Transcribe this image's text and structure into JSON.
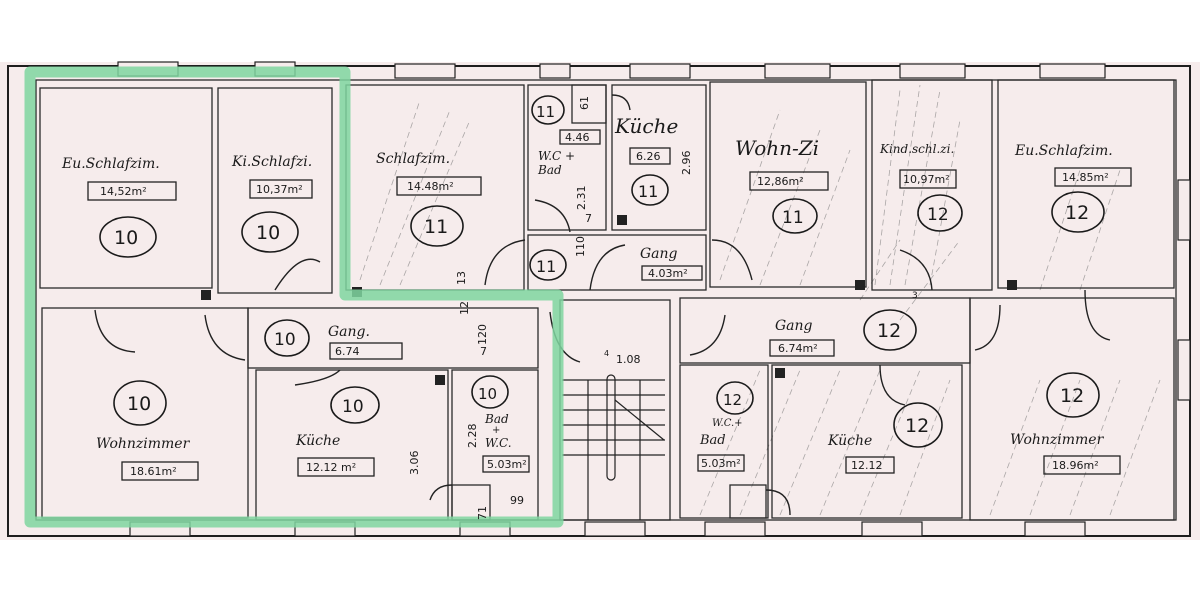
{
  "plan": {
    "type": "floor-plan",
    "highlight_color": "#7fd6a0",
    "paper_color": "#f6ecec",
    "highlighted_unit": "10"
  },
  "units": [
    {
      "id": "10",
      "rooms": [
        {
          "name": "Eu.Schlafzim.",
          "area": "14,52 m²",
          "unit": "10"
        },
        {
          "name": "Ki.Schlafzi.",
          "area": "10,37 m²",
          "unit": "10"
        },
        {
          "name": "Gang.",
          "area": "6.74",
          "unit": "10"
        },
        {
          "name": "Wohnzimmer",
          "area": "18.61 m²",
          "unit": "10"
        },
        {
          "name": "Küche",
          "area": "12.12 m²",
          "unit": "10"
        },
        {
          "name": "Bad + W.C.",
          "area": "5.03 m²",
          "unit": "10"
        }
      ]
    },
    {
      "id": "11",
      "rooms": [
        {
          "name": "Schlafzim.",
          "area": "14.48 m²",
          "unit": "11"
        },
        {
          "name": "W.C + Bad",
          "area": "4.46",
          "unit": "11"
        },
        {
          "name": "Küche",
          "area": "6.26",
          "unit": "11"
        },
        {
          "name": "Gang",
          "area": "4.03 m²",
          "unit": "11"
        },
        {
          "name": "Wohn-Zi",
          "area": "12,86 m²",
          "unit": "11"
        }
      ]
    },
    {
      "id": "12",
      "rooms": [
        {
          "name": "Kind.schl.zi.",
          "area": "10,97 m²",
          "unit": "12"
        },
        {
          "name": "Eu.Schlafzim.",
          "area": "14.85 m²",
          "unit": "12"
        },
        {
          "name": "Gang",
          "area": "6.74 m²",
          "unit": "12"
        },
        {
          "name": "W.C.+ Bad",
          "area": "5.03 m²",
          "unit": "12"
        },
        {
          "name": "Küche",
          "area": "12.12",
          "unit": "12"
        },
        {
          "name": "Wohnzimmer",
          "area": "18.96 m²",
          "unit": "12"
        }
      ]
    }
  ],
  "labels": {
    "r1_name": "Eu.Schlafzim.",
    "r1_area": "14,52m²",
    "r1_unit": "10",
    "r2_name": "Ki.Schlafzi.",
    "r2_area": "10,37m²",
    "r2_unit": "10",
    "r3_name": "Schlafzim.",
    "r3_area": "14.48m²",
    "r3_unit": "11",
    "r4_name1": "W.C +",
    "r4_name2": "Bad",
    "r4_area": "4.46",
    "r4_unit": "11",
    "r5_name": "Küche",
    "r5_area": "6.26",
    "r5_unit": "11",
    "r6_name": "Wohn-Zi",
    "r6_area": "12,86m²",
    "r6_unit": "11",
    "r7_name": "Kind.schl.zi.",
    "r7_area": "10,97m²",
    "r7_unit": "12",
    "r8_name": "Eu.Schlafzim.",
    "r8_area": "14.85m²",
    "r8_unit": "12",
    "r9_name": "Gang",
    "r9_area": "4.03m²",
    "r9_unit": "11",
    "r10_name": "Gang.",
    "r10_area": "6.74",
    "r10_unit": "10",
    "r11_name": "Wohnzimmer",
    "r11_area": "18.61m²",
    "r11_unit": "10",
    "r12_name": "Küche",
    "r12_area": "12.12 m²",
    "r12_unit": "10",
    "r13_name1": "Bad",
    "r13_name2": "+",
    "r13_name3": "W.C.",
    "r13_area": "5.03m²",
    "r13_unit": "10",
    "r14_name": "Gang",
    "r14_area": "6.74m²",
    "r14_unit": "12",
    "r15_name1": "W.C.+",
    "r15_name2": "Bad",
    "r15_area": "5.03m²",
    "r15_unit": "12",
    "r16_name": "Küche",
    "r16_area": "12.12",
    "r16_unit": "12",
    "r17_name": "Wohnzimmer",
    "r17_area": "18.96m²",
    "r17_unit": "12",
    "r18_unit": "12"
  },
  "dimensions": {
    "d_61": "61",
    "d_296": "2.96",
    "d_231": "2.31",
    "d_7a": "7",
    "d_110": "110",
    "d_13": "13",
    "d_12": "12",
    "d_120": "120",
    "d_7b": "7",
    "d_306": "3.06",
    "d_228": "2.28",
    "d_71": "71",
    "d_99": "99",
    "d_108": "1.08",
    "d_4": "4",
    "d_3": "3"
  }
}
